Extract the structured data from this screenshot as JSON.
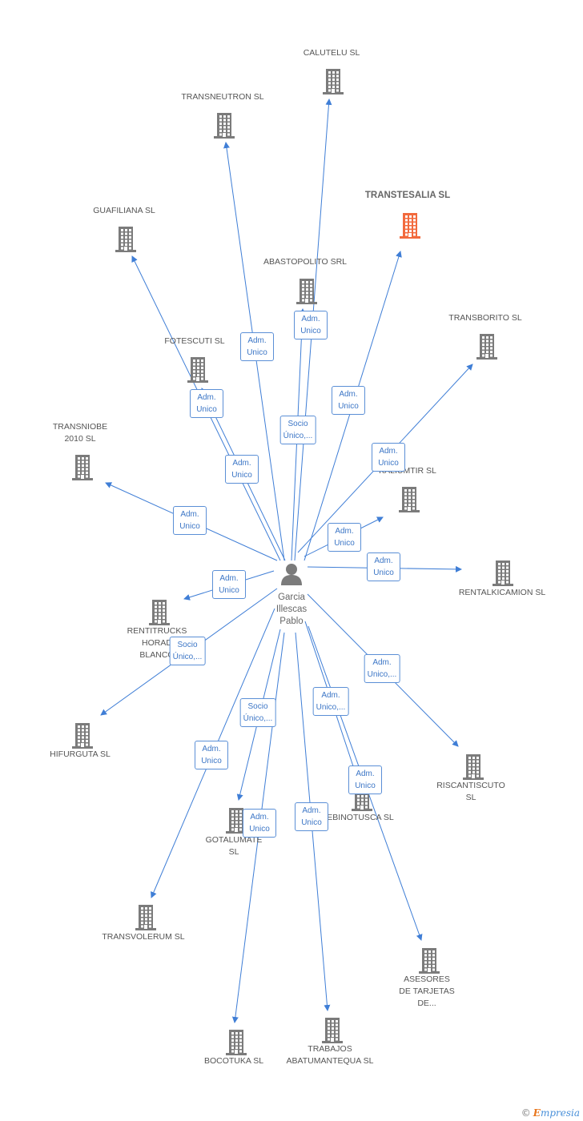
{
  "center": {
    "label": "Garcia\nIllescas\nPablo",
    "icon": "person-icon"
  },
  "colors": {
    "edge": "#3f7ed6",
    "building": "#7b7b7b",
    "highlight": "#f26a3d"
  },
  "nodes": [
    {
      "id": "calutelu",
      "label": "CALUTELU  SL",
      "highlight": false
    },
    {
      "id": "transneutron",
      "label": "TRANSNEUTRON SL",
      "highlight": false
    },
    {
      "id": "transtesalia",
      "label": "TRANSTESALIA SL",
      "highlight": true
    },
    {
      "id": "guafiliana",
      "label": "GUAFILIANA  SL",
      "highlight": false
    },
    {
      "id": "abastopolito",
      "label": "ABASTOPOLITO SRL",
      "highlight": false
    },
    {
      "id": "transborito",
      "label": "TRANSBORITO SL",
      "highlight": false
    },
    {
      "id": "fotescuti",
      "label": "FOTESCUTI  SL",
      "highlight": false
    },
    {
      "id": "transniobe",
      "label": "TRANSNIOBE\n2010 SL",
      "highlight": false
    },
    {
      "id": "kaliumtir",
      "label": "KALIUMTIR SL",
      "highlight": false
    },
    {
      "id": "rentalkicamion",
      "label": "RENTALKICAMION SL",
      "highlight": false
    },
    {
      "id": "rentitrucks",
      "label": "RENTITRUCKS\nHORAD\nBLANCO",
      "highlight": false
    },
    {
      "id": "hifurguta",
      "label": "HIFURGUTA  SL",
      "highlight": false
    },
    {
      "id": "riscantiscuto",
      "label": "RISCANTISCUTO\nSL",
      "highlight": false
    },
    {
      "id": "ebinotusca",
      "label": "EBINOTUSCA  SL",
      "highlight": false
    },
    {
      "id": "gotalumate",
      "label": "GOTALUMATE\nSL",
      "highlight": false
    },
    {
      "id": "transvolerum",
      "label": "TRANSVOLERUM SL",
      "highlight": false
    },
    {
      "id": "asesores",
      "label": "ASESORES\nDE TARJETAS\nDE...",
      "highlight": false
    },
    {
      "id": "bocotuka",
      "label": "BOCOTUKA  SL",
      "highlight": false
    },
    {
      "id": "trabajos",
      "label": "TRABAJOS\nABATUMANTEQUA SL",
      "highlight": false
    }
  ],
  "edges": [
    {
      "to": "calutelu",
      "label": "Adm.\nUnico"
    },
    {
      "to": "transneutron",
      "label": "Adm.\nUnico"
    },
    {
      "to": "transtesalia",
      "label": "Adm.\nUnico"
    },
    {
      "to": "guafiliana",
      "label": "Adm.\nUnico"
    },
    {
      "to": "abastopolito",
      "label": "Socio\nÚnico,..."
    },
    {
      "to": "transborito",
      "label": "Adm.\nUnico"
    },
    {
      "to": "fotescuti",
      "label": "Adm.\nUnico"
    },
    {
      "to": "transniobe",
      "label": "Adm.\nUnico"
    },
    {
      "to": "kaliumtir",
      "label": "Adm.\nUnico"
    },
    {
      "to": "rentalkicamion",
      "label": "Adm.\nUnico"
    },
    {
      "to": "rentitrucks",
      "label": "Adm.\nUnico"
    },
    {
      "to": "hifurguta",
      "label": "Socio\nÚnico,..."
    },
    {
      "to": "riscantiscuto",
      "label": "Adm.\nUnico,..."
    },
    {
      "to": "ebinotusca",
      "label": "Adm.\nUnico,..."
    },
    {
      "to": "gotalumate",
      "label": "Socio\nÚnico,..."
    },
    {
      "to": "transvolerum",
      "label": "Adm.\nUnico"
    },
    {
      "to": "asesores",
      "label": "Adm.\nUnico"
    },
    {
      "to": "bocotuka",
      "label": "Adm.\nUnico"
    },
    {
      "to": "trabajos",
      "label": "Adm.\nUnico"
    }
  ],
  "footer": {
    "copyright": "©",
    "brand_initial": "E",
    "brand_rest": "mpresia"
  }
}
